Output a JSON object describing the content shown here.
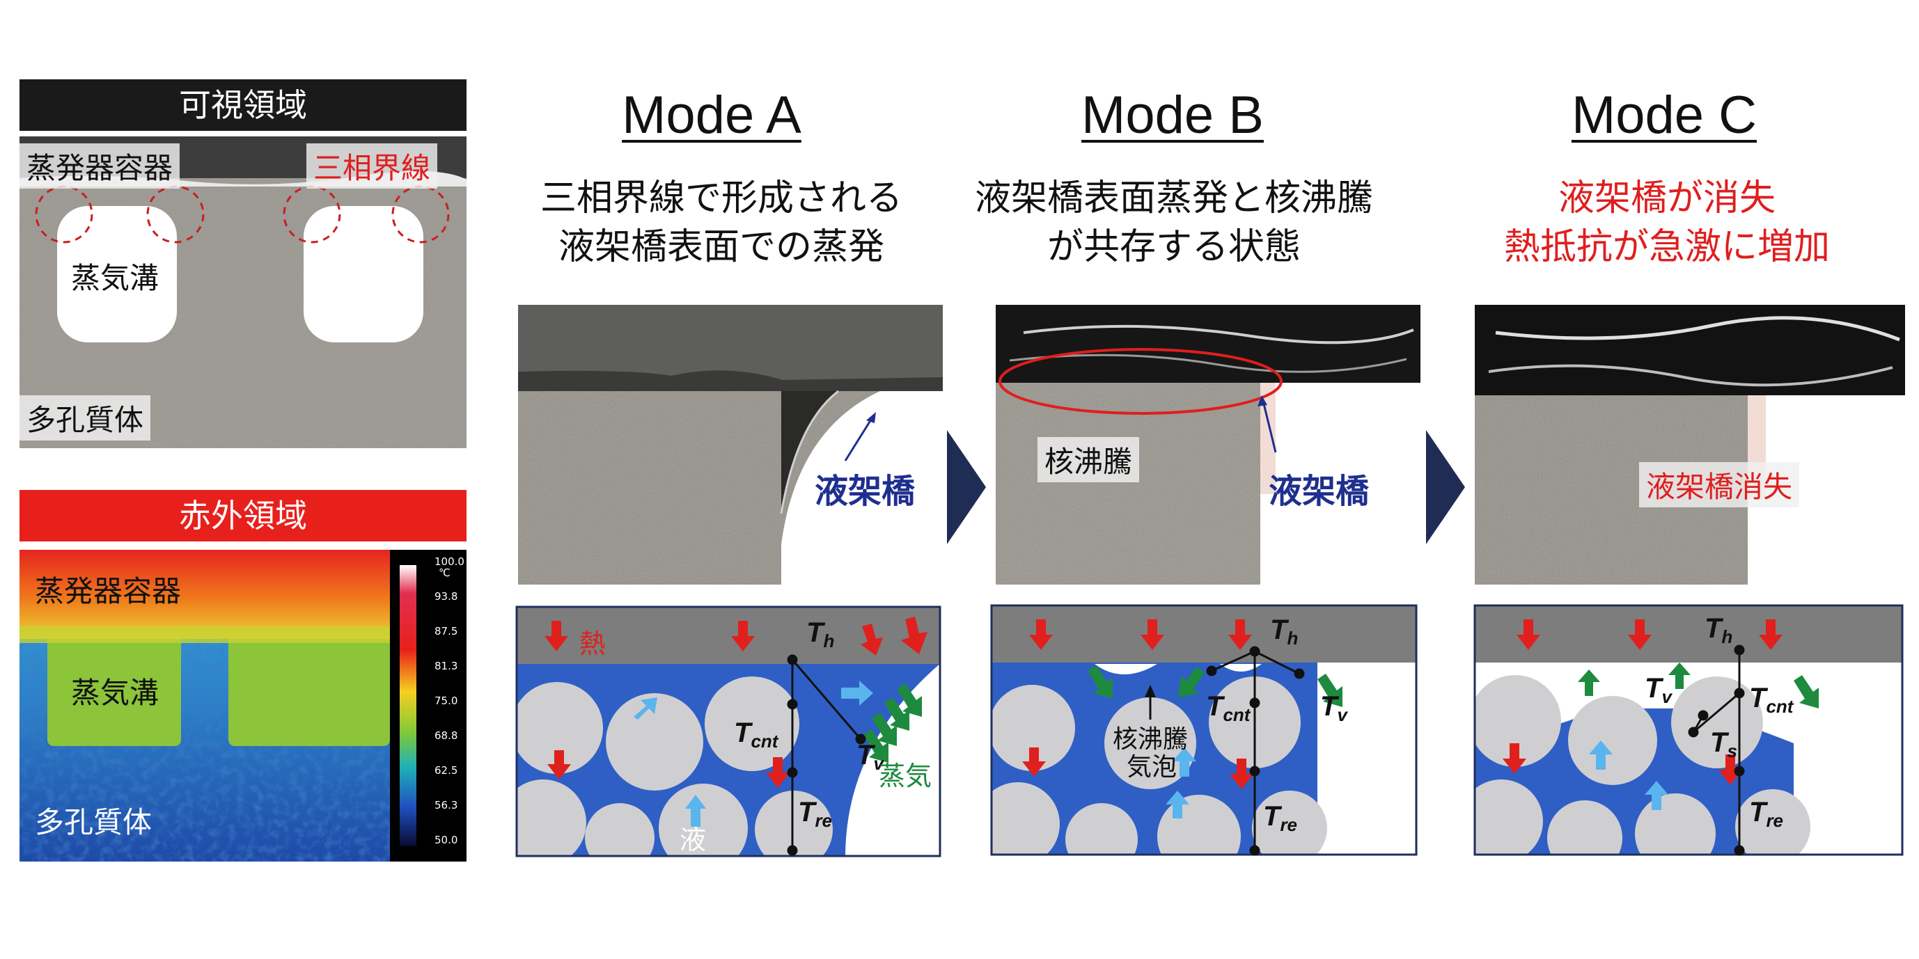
{
  "left": {
    "visible": {
      "header": "可視領域",
      "container_label": "蒸発器容器",
      "tpl_label": "三相界線",
      "groove_label": "蒸気溝",
      "porous_label": "多孔質体"
    },
    "infrared": {
      "header": "赤外領域",
      "container_label": "蒸発器容器",
      "groove_label": "蒸気溝",
      "porous_label": "多孔質体",
      "scale_unit": "℃",
      "scale_ticks": [
        "100.0",
        "93.8",
        "87.5",
        "81.3",
        "75.0",
        "68.8",
        "62.5",
        "56.3",
        "50.0"
      ]
    }
  },
  "modes": [
    {
      "title": "Mode A",
      "desc_line1": "三相界線で形成される",
      "desc_line2": "液架橋表面での蒸発",
      "photo_label": "液架橋"
    },
    {
      "title": "Mode B",
      "desc_line1": "液架橋表面蒸発と核沸騰",
      "desc_line2": "が共存する状態",
      "photo_label_boil": "核沸騰",
      "photo_label": "液架橋"
    },
    {
      "title": "Mode C",
      "desc_line1": "液架橋が消失",
      "desc_line2": "熱抵抗が急激に増加",
      "photo_label": "液架橋消失"
    }
  ],
  "diagram_labels": {
    "heat": "熱",
    "vapor": "蒸気",
    "liquid": "液",
    "bubble_line1": "核沸騰",
    "bubble_line2": "気泡",
    "Th": "T",
    "Th_sub": "h",
    "Tcnt": "T",
    "Tcnt_sub": "cnt",
    "Tv": "T",
    "Tv_sub": "v",
    "Tre": "T",
    "Tre_sub": "re",
    "Ts": "T",
    "Ts_sub": "s"
  },
  "colors": {
    "header_black": "#1a1a1a",
    "header_red": "#e8201c",
    "liquid_blue": "#2f5fc4",
    "heat_arrow": "#e0201c",
    "vapor_arrow": "#1e8a3e",
    "liquid_arrow": "#5ab4ee",
    "wall_gray": "#7d7d7d",
    "particle_gray": "#cfcfd2",
    "chevron_navy": "#1f2d55",
    "emphasis_red": "#e01e1e",
    "label_navy": "#1f2f8f"
  }
}
